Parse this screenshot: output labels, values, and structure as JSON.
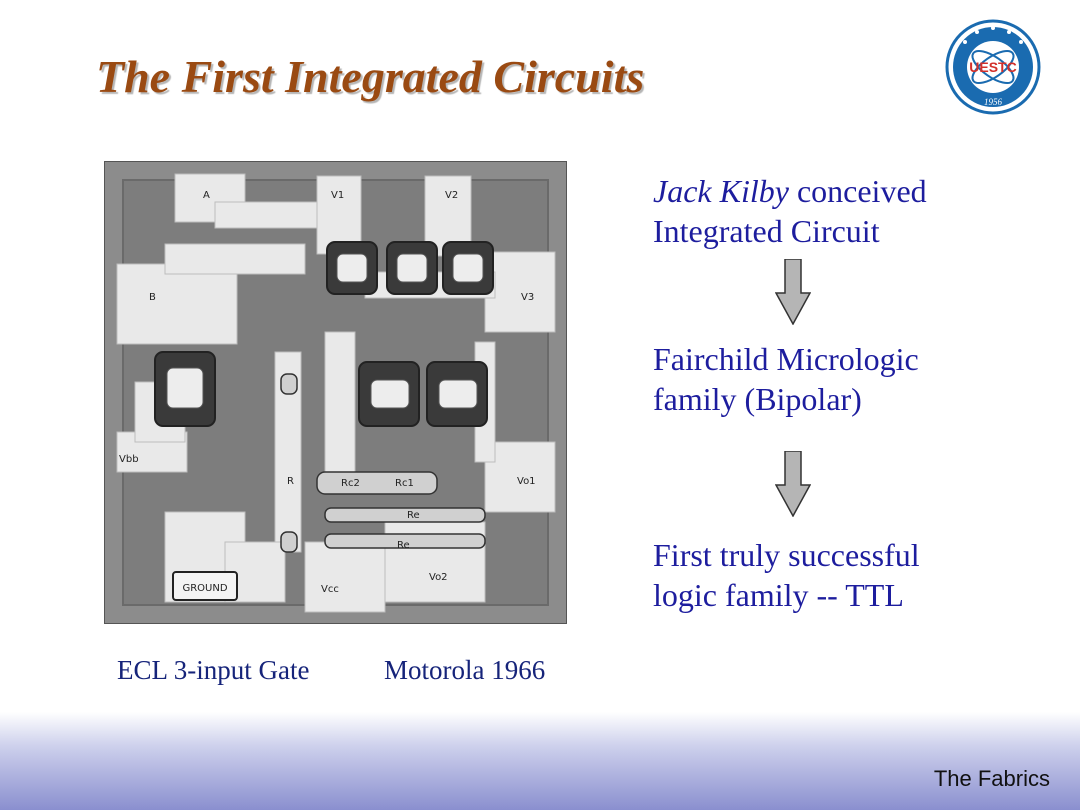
{
  "slide": {
    "title": "The First Integrated Circuits",
    "logo": {
      "icon": "uestc-university-seal",
      "text": "UESTC",
      "year": "1956"
    },
    "die_photo": {
      "icon": "ecl-gate-die-photo",
      "labels": [
        "A",
        "V1",
        "V2",
        "B",
        "V3",
        "Vbb",
        "R",
        "Rc2",
        "Rc1",
        "Vo1",
        "Re",
        "Re",
        "GROUND",
        "Vcc",
        "Vo2"
      ]
    },
    "captions": {
      "left": "ECL 3-input Gate",
      "right": "Motorola 1966"
    },
    "flow": {
      "step1_italic": "Jack Kilby",
      "step1_rest": " conceived",
      "step1_line2": "Integrated Circuit",
      "step2_line1": "Fairchild Micrologic",
      "step2_line2": "family (Bipolar)",
      "step3_line1": "First truly successful",
      "step3_line2": "logic family -- TTL",
      "arrow_icon": "down-arrow-icon"
    },
    "footer": {
      "label": "The Fabrics"
    },
    "colors": {
      "title": "#9a4a12",
      "body_text": "#1d1d9e",
      "caption": "#16247a",
      "footer_gradient_end": "#8a8fcf",
      "logo_blue": "#1a6bb0"
    }
  }
}
